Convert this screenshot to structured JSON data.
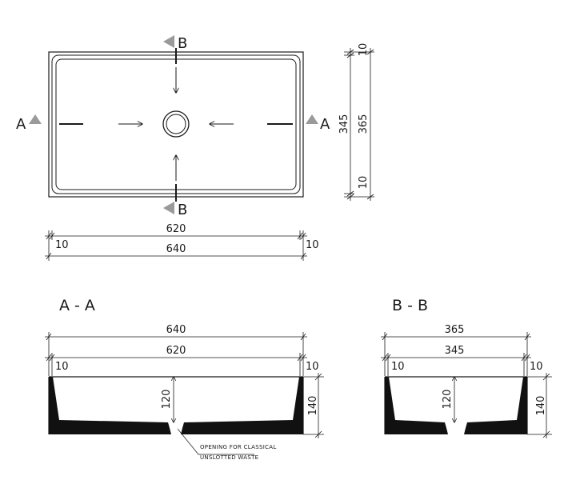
{
  "plan": {
    "section_a_left": "A",
    "section_a_right": "A",
    "section_b_top": "B",
    "section_b_bottom": "B",
    "dims": {
      "outer_length": "640",
      "inner_length": "620",
      "left_rim": "10",
      "right_rim": "10",
      "inner_width": "345",
      "outer_width": "365",
      "top_rim": "10",
      "bottom_rim": "10"
    }
  },
  "section_aa": {
    "title": "A - A",
    "dims": {
      "outer_length": "640",
      "inner_length": "620",
      "left_rim": "10",
      "right_rim": "10",
      "inner_depth": "120",
      "total_height": "140"
    },
    "note_line1": "OPENING FOR CLASSICAL",
    "note_line2": "UNSLOTTED WASTE"
  },
  "section_bb": {
    "title": "B - B",
    "dims": {
      "outer_width": "365",
      "inner_width": "345",
      "left_rim": "10",
      "right_rim": "10",
      "inner_depth": "120",
      "total_height": "140"
    }
  },
  "colors": {
    "line": "#1a1a1a",
    "marker": "#9a9a9a",
    "fill": "#111111"
  }
}
